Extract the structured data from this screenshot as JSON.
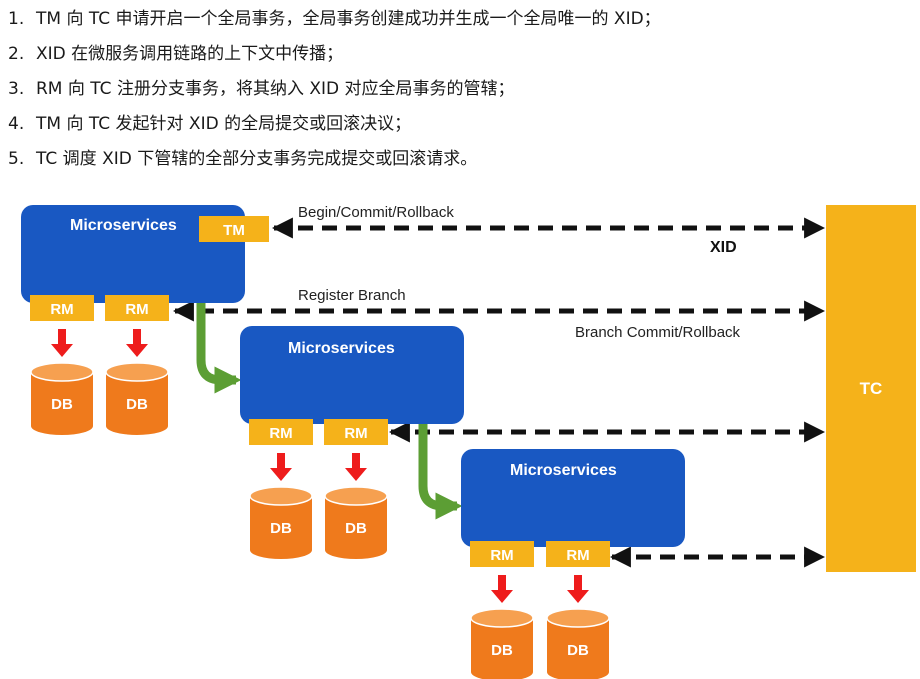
{
  "steps": [
    {
      "num": "1.",
      "text": "TM 向 TC 申请开启一个全局事务，全局事务创建成功并生成一个全局唯一的 XID；"
    },
    {
      "num": "2.",
      "text": "XID 在微服务调用链路的上下文中传播；"
    },
    {
      "num": "3.",
      "text": "RM 向 TC 注册分支事务，将其纳入 XID 对应全局事务的管辖；"
    },
    {
      "num": "4.",
      "text": "TM 向 TC 发起针对 XID 的全局提交或回滚决议；"
    },
    {
      "num": "5.",
      "text": "TC 调度 XID 下管辖的全部分支事务完成提交或回滚请求。"
    }
  ],
  "diagram": {
    "microservice_label": "Microservices",
    "tm_label": "TM",
    "rm_label": "RM",
    "db_label": "DB",
    "tc_label": "TC",
    "edge_labels": {
      "begin": "Begin/Commit/Rollback",
      "xid": "XID",
      "register": "Register Branch",
      "branch_commit": "Branch Commit/Rollback"
    }
  },
  "colors": {
    "microservice": "#1958c2",
    "badge": "#f5b21a",
    "db_top": "#f6a050",
    "db_body": "#ef7a1c",
    "down_arrow": "#ee1c1c",
    "call_arrow": "#5c9e34",
    "dashed": "#111111",
    "tc": "#f5b21a"
  }
}
